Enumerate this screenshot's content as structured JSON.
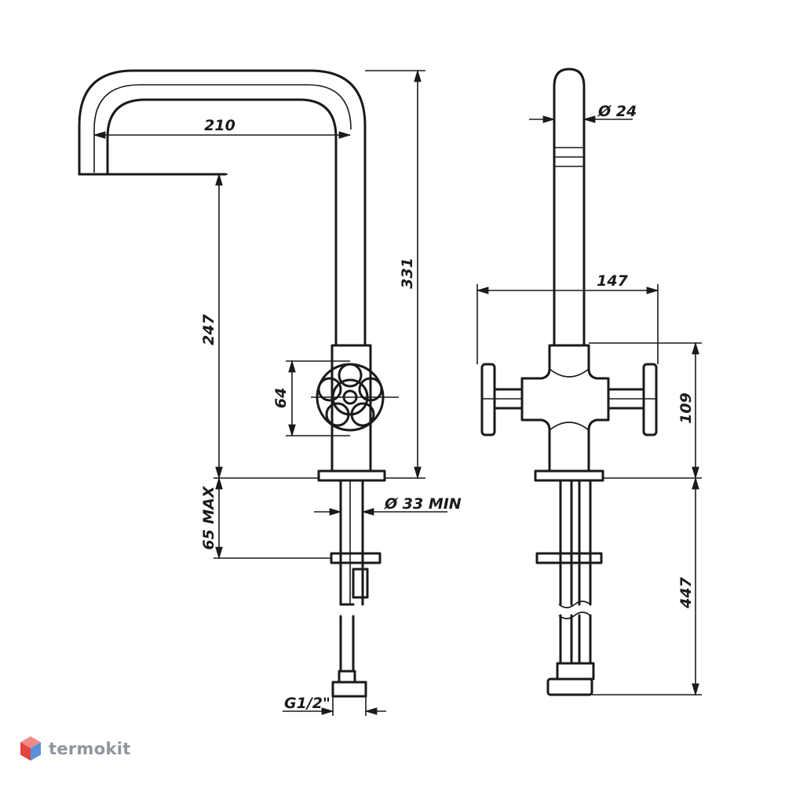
{
  "dimensions": {
    "reach": "210",
    "height_total": "331",
    "spout_height": "247",
    "handle_diameter": "64",
    "mount_thickness": "65 MAX",
    "hole_diameter": "Ø 33 MIN",
    "thread": "G1/2\"",
    "tube_diameter": "Ø 24",
    "handle_span": "147",
    "body_height": "109",
    "hose_length": "447"
  },
  "logo": {
    "text": "termokit",
    "colors": {
      "top": "#f08a8a",
      "left": "#e2443f",
      "right": "#5b8fd8"
    }
  },
  "colors": {
    "line": "#1a1a1a",
    "logo_text": "#8f949e"
  }
}
